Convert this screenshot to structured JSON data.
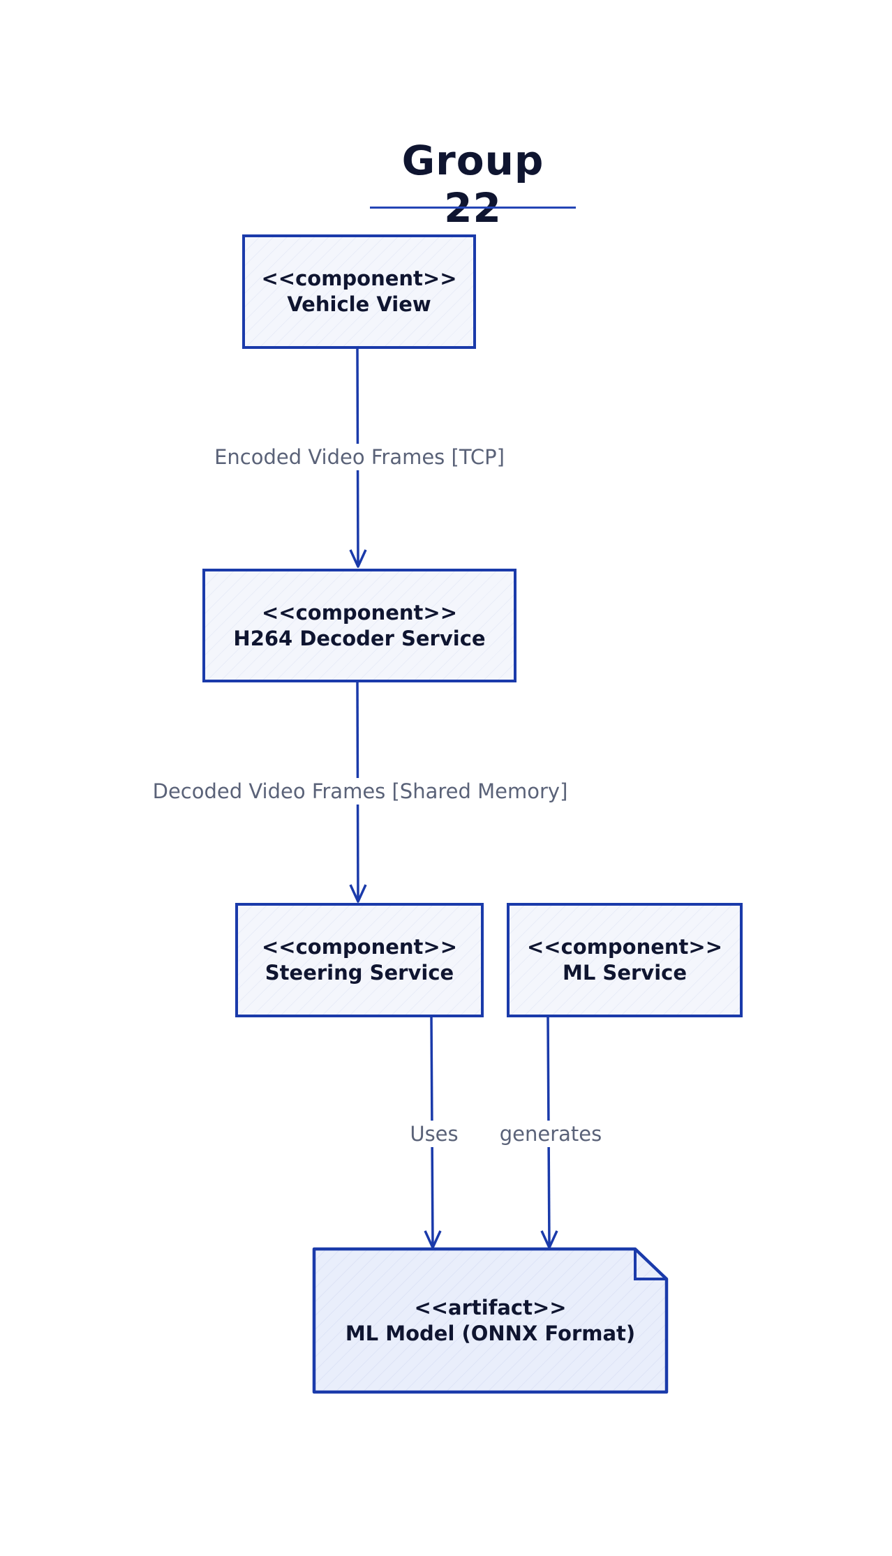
{
  "diagram": {
    "title": "Group 22",
    "nodes": {
      "vehicle_view": {
        "stereotype": "<<component>>",
        "name": "Vehicle View"
      },
      "decoder": {
        "stereotype": "<<component>>",
        "name": "H264 Decoder Service"
      },
      "steering": {
        "stereotype": "<<component>>",
        "name": "Steering Service"
      },
      "ml_service": {
        "stereotype": "<<component>>",
        "name": "ML Service"
      },
      "ml_model": {
        "stereotype": "<<artifact>>",
        "name": "ML Model (ONNX Format)"
      }
    },
    "edges": {
      "vehicle_to_decoder": "Encoded Video Frames [TCP]",
      "decoder_to_steering": "Decoded Video Frames [Shared Memory]",
      "steering_to_model": "Uses",
      "ml_service_to_model": "generates"
    },
    "colors": {
      "stroke": "#1a3aaa",
      "node_fill": "#f4f6fc",
      "artifact_fill": "#e9eefb",
      "label_text": "#5a6278",
      "title_text": "#0f1530"
    }
  }
}
